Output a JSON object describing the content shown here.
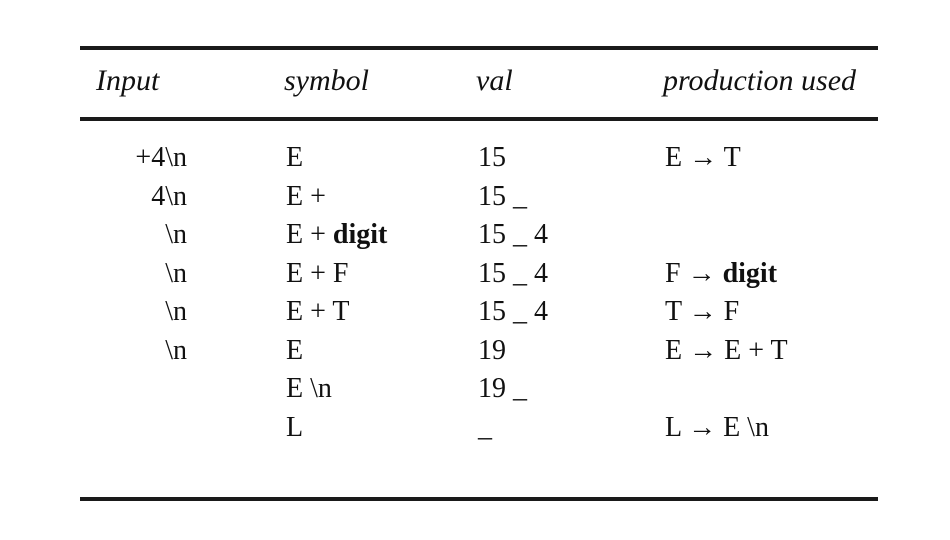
{
  "headers": {
    "input": "Input",
    "symbol": "symbol",
    "val": "val",
    "production": "production used"
  },
  "rows": [
    {
      "input": "+4\\n",
      "symbol": [
        "E",
        ""
      ],
      "val": "15",
      "prod": [
        "E → T",
        ""
      ]
    },
    {
      "input": "4\\n",
      "symbol": [
        "E +",
        ""
      ],
      "val": "15 _",
      "prod": [
        "",
        ""
      ]
    },
    {
      "input": "\\n",
      "symbol": [
        "E + ",
        "digit"
      ],
      "val": "15 _ 4",
      "prod": [
        "",
        ""
      ]
    },
    {
      "input": "\\n",
      "symbol": [
        "E + F",
        ""
      ],
      "val": "15 _ 4",
      "prod": [
        "F → ",
        "digit"
      ]
    },
    {
      "input": "\\n",
      "symbol": [
        "E + T",
        ""
      ],
      "val": "15 _ 4",
      "prod": [
        "T → F",
        ""
      ]
    },
    {
      "input": "\\n",
      "symbol": [
        "E",
        ""
      ],
      "val": "19",
      "prod": [
        "E → E + T",
        ""
      ]
    },
    {
      "input": "",
      "symbol": [
        "E \\n",
        ""
      ],
      "val": "19 _",
      "prod": [
        "",
        ""
      ]
    },
    {
      "input": "",
      "symbol": [
        "L",
        ""
      ],
      "val": "_",
      "prod": [
        "L → E \\n",
        ""
      ]
    }
  ]
}
